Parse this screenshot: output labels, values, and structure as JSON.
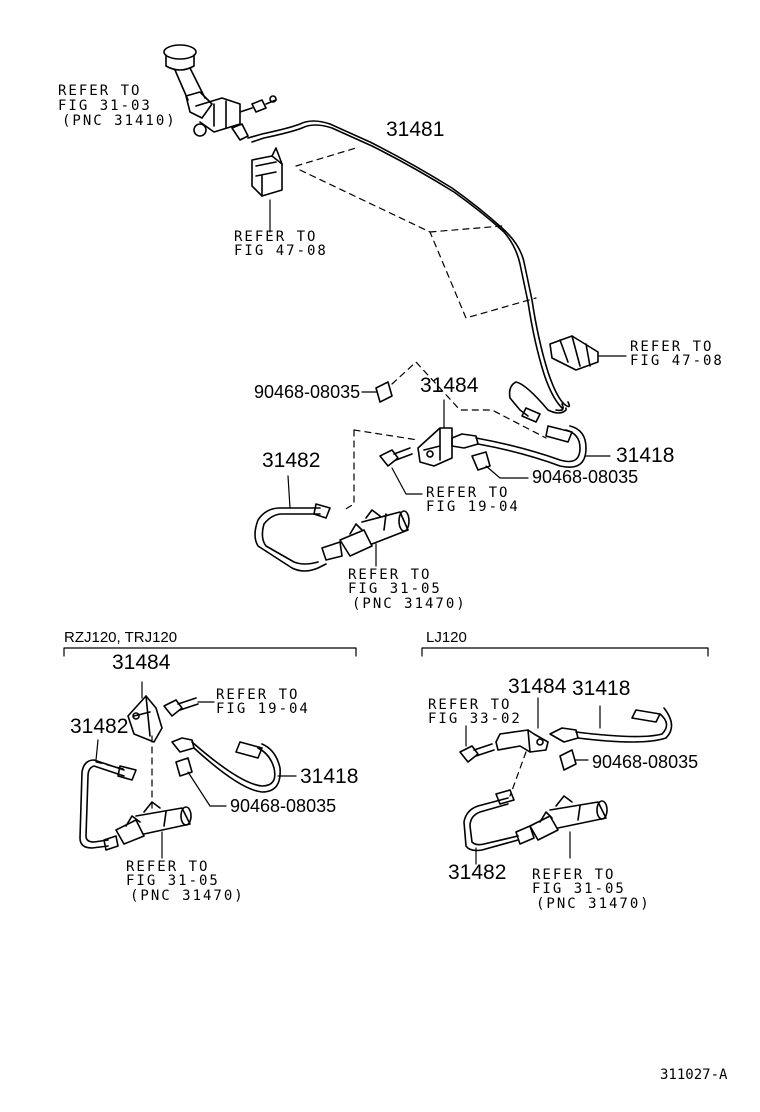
{
  "diagram_id": "311027-A",
  "main": {
    "ref_master_cyl": {
      "l1": "REFER TO",
      "l2": "FIG 31-03",
      "l3": "(PNC 31410)"
    },
    "ref_fig4708_top": {
      "l1": "REFER TO",
      "l2": "FIG 47-08"
    },
    "ref_fig4708_right": {
      "l1": "REFER TO",
      "l2": "FIG 47-08"
    },
    "ref_fig1904": {
      "l1": "REFER TO",
      "l2": "FIG 19-04"
    },
    "ref_fig3105": {
      "l1": "REFER TO",
      "l2": "FIG 31-05",
      "l3": "(PNC 31470)"
    },
    "parts": {
      "tube_main": "31481",
      "clip_left": "90468-08035",
      "bracket": "31484",
      "hose": "31418",
      "clip_right": "90468-08035",
      "tube_slave": "31482"
    }
  },
  "sections": {
    "rzj": {
      "title": "RZJ120, TRJ120",
      "bracket": "31484",
      "ref_fig1904": {
        "l1": "REFER TO",
        "l2": "FIG 19-04"
      },
      "tube": "31482",
      "hose": "31418",
      "clip": "90468-08035",
      "ref_fig3105": {
        "l1": "REFER TO",
        "l2": "FIG 31-05",
        "l3": "(PNC 31470)"
      }
    },
    "lj": {
      "title": "LJ120",
      "bracket": "31484",
      "hose": "31418",
      "ref_fig3302": {
        "l1": "REFER TO",
        "l2": "FIG 33-02"
      },
      "clip": "90468-08035",
      "tube": "31482",
      "ref_fig3105": {
        "l1": "REFER TO",
        "l2": "FIG 31-05",
        "l3": "(PNC 31470)"
      }
    }
  },
  "colors": {
    "ink": "#000000",
    "paper": "#ffffff"
  }
}
